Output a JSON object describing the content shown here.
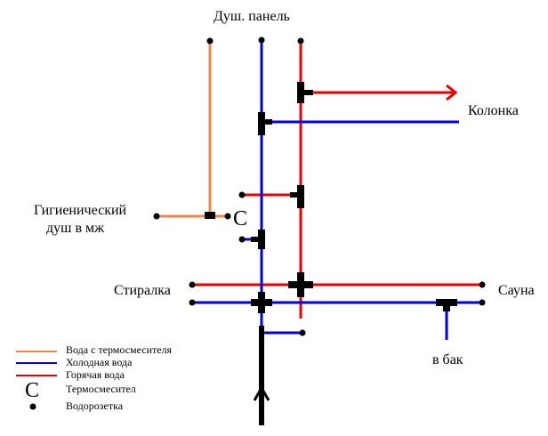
{
  "colors": {
    "thermo": "#f0884a",
    "cold": "#0000ee",
    "hot": "#ee0000",
    "fitting": "#000000"
  },
  "labels": {
    "shower_panel": "Душ. панель",
    "boiler": "Колонка",
    "hygienic_line1": "Гигиенический",
    "hygienic_line2": "душ в мж",
    "mixer_symbol": "C",
    "washer": "Стиралка",
    "sauna": "Сауна",
    "to_tank": "в бак"
  },
  "legend": {
    "items": [
      {
        "kind": "line",
        "color_key": "thermo",
        "label": "Вода с термосмесителя"
      },
      {
        "kind": "line",
        "color_key": "cold",
        "label": "Холодная вода"
      },
      {
        "kind": "line",
        "color_key": "hot",
        "label": "Горячая вода"
      },
      {
        "kind": "symbol",
        "symbol": "C",
        "label": "Термосмесител"
      },
      {
        "kind": "dot",
        "label": "Водорозетка"
      }
    ]
  }
}
